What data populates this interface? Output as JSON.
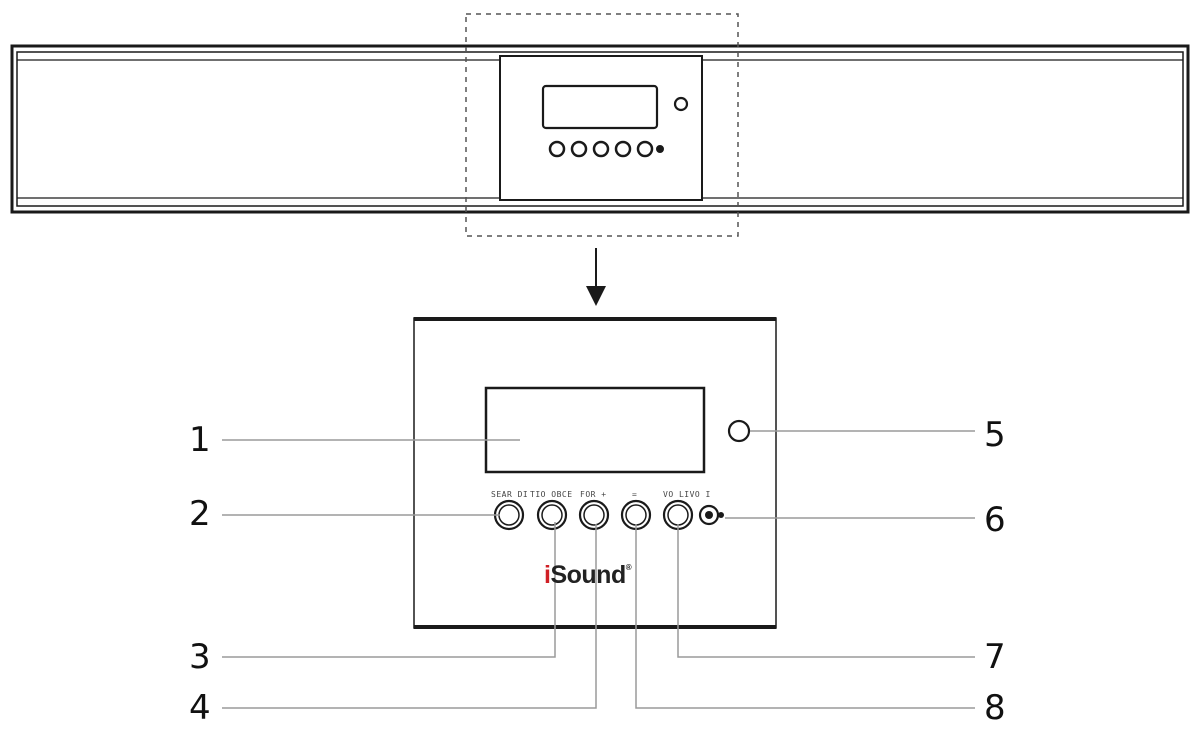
{
  "callouts": [
    "1",
    "2",
    "3",
    "4",
    "5",
    "6",
    "7",
    "8"
  ],
  "button_labels": [
    "SEAR DI",
    "TIO OBCE",
    "FOR +",
    "=",
    "VO LIVO I"
  ],
  "brand": {
    "prefix": "i",
    "name": "Sound",
    "mark": "®"
  },
  "colors": {
    "line": "#1a1a1a",
    "leader": "#9a9a9a",
    "brand_accent": "#d01f25"
  },
  "icons": [
    "arrow-down-icon",
    "aux-jack-icon",
    "ir-sensor-icon"
  ]
}
